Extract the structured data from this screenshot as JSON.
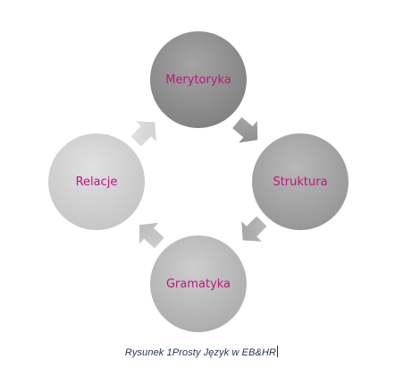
{
  "diagram": {
    "nodes": [
      {
        "id": "merytoryka",
        "label": "Merytoryka"
      },
      {
        "id": "struktura",
        "label": "Struktura"
      },
      {
        "id": "gramatyka",
        "label": "Gramatyka"
      },
      {
        "id": "relacje",
        "label": "Relacje"
      }
    ],
    "label_color": "#c0157e",
    "node_fill_colors": [
      "#8f8f8f",
      "#a6a6a6",
      "#bdbdbd",
      "#d4d4d4"
    ],
    "arrow_fill_colors": [
      "#9a9a9a",
      "#b0b0b0",
      "#c6c6c6",
      "#dadada"
    ],
    "icons": {
      "arrow": "chevron-arrow-icon"
    }
  },
  "caption": {
    "text": "Rysunek 1Prosty Język w EB&HR"
  }
}
